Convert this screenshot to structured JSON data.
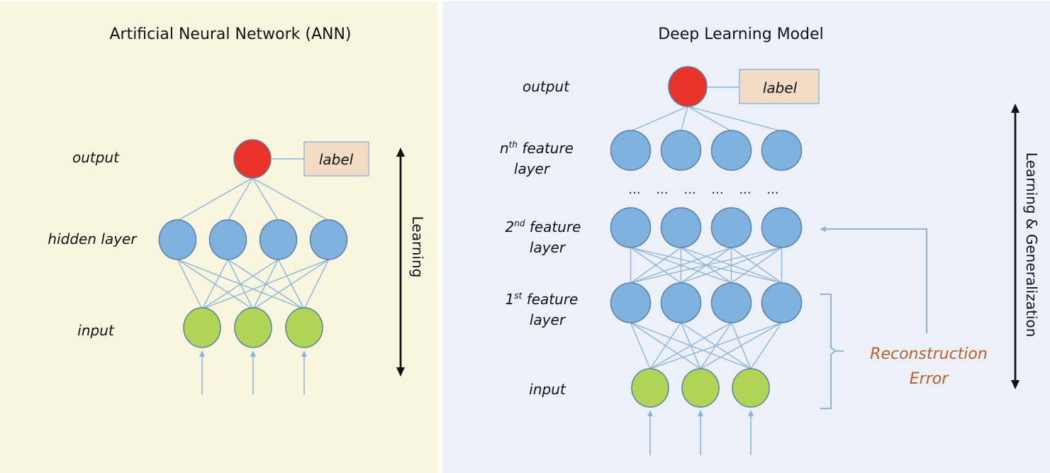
{
  "colors": {
    "ann_panel_bg": "#f8f6de",
    "dl_panel_bg": "#ecf0f8",
    "output_node": "#e8322a",
    "hidden_node": "#7fb2de",
    "input_node": "#b0d456",
    "label_box_fill": "#f3dcc6",
    "label_box_stroke": "#96b6d8",
    "edge": "#8fb5dc",
    "reconstruction_text": "#b8602a",
    "arrow": "#111111"
  },
  "ann": {
    "title": "Artificial Neural Network (ANN)",
    "layers": {
      "output": "output",
      "hidden": "hidden layer",
      "input": "input"
    },
    "label_box": "label",
    "side_arrow_label": "Learning",
    "node_counts": {
      "output": 1,
      "hidden": 4,
      "input": 3
    }
  },
  "dl": {
    "title": "Deep Learning Model",
    "layers": {
      "output": "output",
      "nth_prefix": "n",
      "nth_sup": "th",
      "nth_rest": " feature",
      "nth_line2": "layer",
      "second_prefix": "2",
      "second_sup": "nd",
      "second_rest": " feature",
      "second_line2": "layer",
      "first_prefix": "1",
      "first_sup": "st",
      "first_rest": " feature",
      "first_line2": "layer",
      "input": "input"
    },
    "label_box": "label",
    "ellipsis": [
      "...",
      "...",
      "...",
      "...",
      "...",
      "..."
    ],
    "reconstruction_line1": "Reconstruction",
    "reconstruction_line2": "Error",
    "side_arrow_label": "Learning & Generalization",
    "node_counts": {
      "output": 1,
      "nth": 4,
      "second": 4,
      "first": 4,
      "input": 3
    }
  }
}
